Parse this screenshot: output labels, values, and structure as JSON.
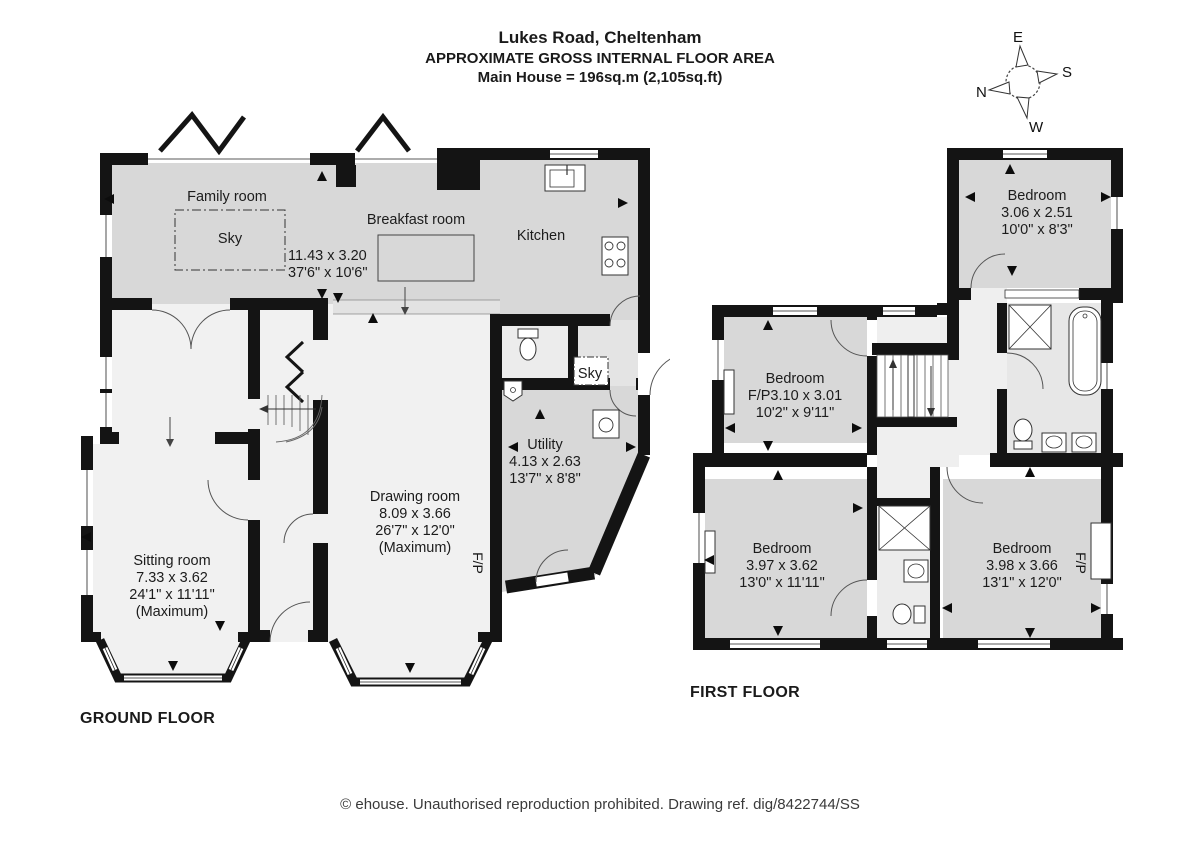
{
  "header": {
    "address": "Lukes Road, Cheltenham",
    "subtitle": "APPROXIMATE GROSS INTERNAL FLOOR AREA",
    "area": "Main House = 196sq.m (2,105sq.ft)"
  },
  "compass": {
    "east": "E",
    "south": "S",
    "north": "N",
    "west": "W"
  },
  "ground_floor": {
    "title": "GROUND FLOOR",
    "family_room": {
      "name": "Family room",
      "sky": "Sky"
    },
    "breakfast_room": {
      "name": "Breakfast  room"
    },
    "open_plan_dims": {
      "metric": "11.43 x 3.20",
      "imperial": "37'6\" x 10'6\""
    },
    "kitchen": {
      "name": "Kitchen"
    },
    "sky_lobby": "Sky",
    "utility": {
      "name": "Utility",
      "metric": "4.13 x 2.63",
      "imperial": "13'7\" x 8'8\""
    },
    "drawing_room": {
      "name": "Drawing room",
      "metric": "8.09 x 3.66",
      "imperial": "26'7\" x 12'0\"",
      "note": "(Maximum)",
      "fireplace": "F/P"
    },
    "sitting_room": {
      "name": "Sitting room",
      "metric": "7.33 x 3.62",
      "imperial": "24'1\" x 11'11\"",
      "note": "(Maximum)"
    }
  },
  "first_floor": {
    "title": "FIRST FLOOR",
    "bedroom_1": {
      "name": "Bedroom",
      "metric": "3.06 x 2.51",
      "imperial": "10'0\" x 8'3\""
    },
    "bedroom_2": {
      "name": "Bedroom",
      "fireplace": "F/P",
      "metric": "3.10 x 3.01",
      "imperial": "10'2\" x 9'11\""
    },
    "bedroom_3": {
      "name": "Bedroom",
      "metric": "3.97 x 3.62",
      "imperial": "13'0\" x 11'11\""
    },
    "bedroom_4": {
      "name": "Bedroom",
      "metric": "3.98 x 3.66",
      "imperial": "13'1\" x 12'0\"",
      "fireplace": "F/P"
    }
  },
  "footer": "© ehouse. Unauthorised reproduction prohibited. Drawing ref. dig/8422744/SS",
  "colors": {
    "wall": "#141414",
    "room_light": "#f1f1f1",
    "room_dark": "#d8d8d8",
    "background": "#ffffff"
  }
}
